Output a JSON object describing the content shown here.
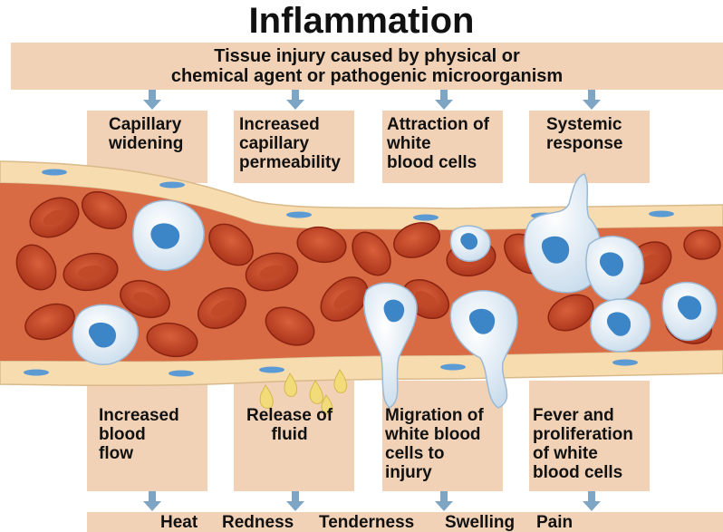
{
  "title": "Inflammation",
  "cause": {
    "line1": "Tissue injury caused by physical or",
    "line2": "chemical agent or pathogenic microorganism"
  },
  "top_labels": [
    "Capillary\nwidening",
    "Increased\ncapillary\npermeability",
    "Attraction of\nwhite\nblood cells",
    "Systemic\nresponse"
  ],
  "bottom_labels": [
    "Increased\nblood\nflow",
    "Release of\nfluid",
    "Migration of\nwhite blood\ncells to\ninjury",
    "Fever and\nproliferation\nof white\nblood cells"
  ],
  "symptoms": [
    "Heat",
    "Redness",
    "Tenderness",
    "Swelling",
    "Pain"
  ],
  "colors": {
    "band": "#f1d2b6",
    "arrow": "#7ea6c4",
    "vessel_wall": "#f7dcb0",
    "nucleus": "#3c86c8",
    "plasma": "#d86a44",
    "red_cell": "#b83c1c",
    "white_cell": "#e6eff7",
    "fluid": "#f2dc7a"
  }
}
